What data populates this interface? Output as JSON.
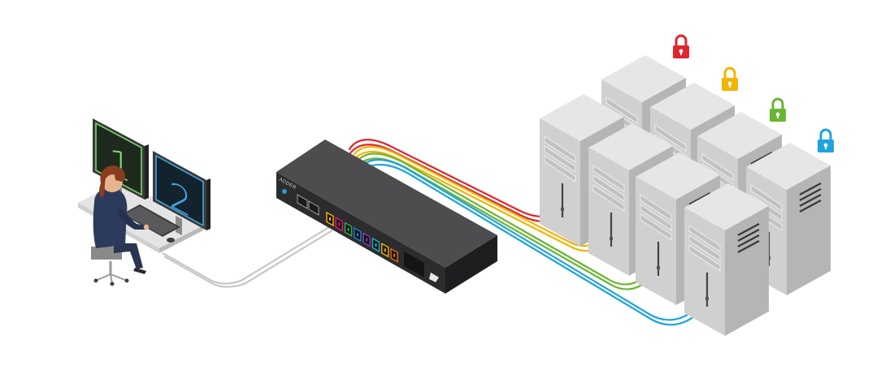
{
  "monitors": [
    {
      "number": "1",
      "color": "#7ee06a"
    },
    {
      "number": "2",
      "color": "#45a9e6"
    }
  ],
  "kvm": {
    "brand_text": "ADDER",
    "port_colors": [
      "#f0b400",
      "#e0197a",
      "#2fb34a",
      "#1a7fd1",
      "#7b3fb3",
      "#19b3c8",
      "#f0b400",
      "#e86a1a"
    ]
  },
  "lines": {
    "red": "#e0262b",
    "yellow": "#f3b500",
    "green": "#6ab532",
    "blue": "#1fa3df",
    "gray": "#c8c8c8"
  },
  "locks": [
    {
      "name": "red-lock-icon",
      "color": "#e0262b"
    },
    {
      "name": "yellow-lock-icon",
      "color": "#f3b500"
    },
    {
      "name": "green-lock-icon",
      "color": "#6ab532"
    },
    {
      "name": "blue-lock-icon",
      "color": "#1fa3df"
    }
  ]
}
